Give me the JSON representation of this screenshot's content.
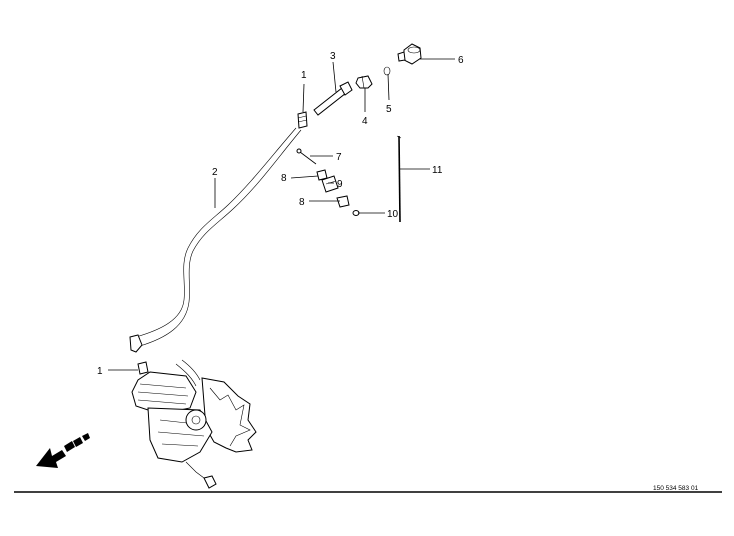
{
  "callouts": {
    "c1_top": "1",
    "c1_bottom": "1",
    "c2": "2",
    "c3": "3",
    "c4": "4",
    "c5": "5",
    "c6": "6",
    "c7": "7",
    "c8_upper": "8",
    "c8_lower": "8",
    "c9": "9",
    "c10": "10",
    "c11": "11"
  },
  "document_number": "150 534 583 01",
  "icons": {
    "direction": "forward-direction-arrow-icon",
    "compressor": "compressor-assembly-icon"
  }
}
